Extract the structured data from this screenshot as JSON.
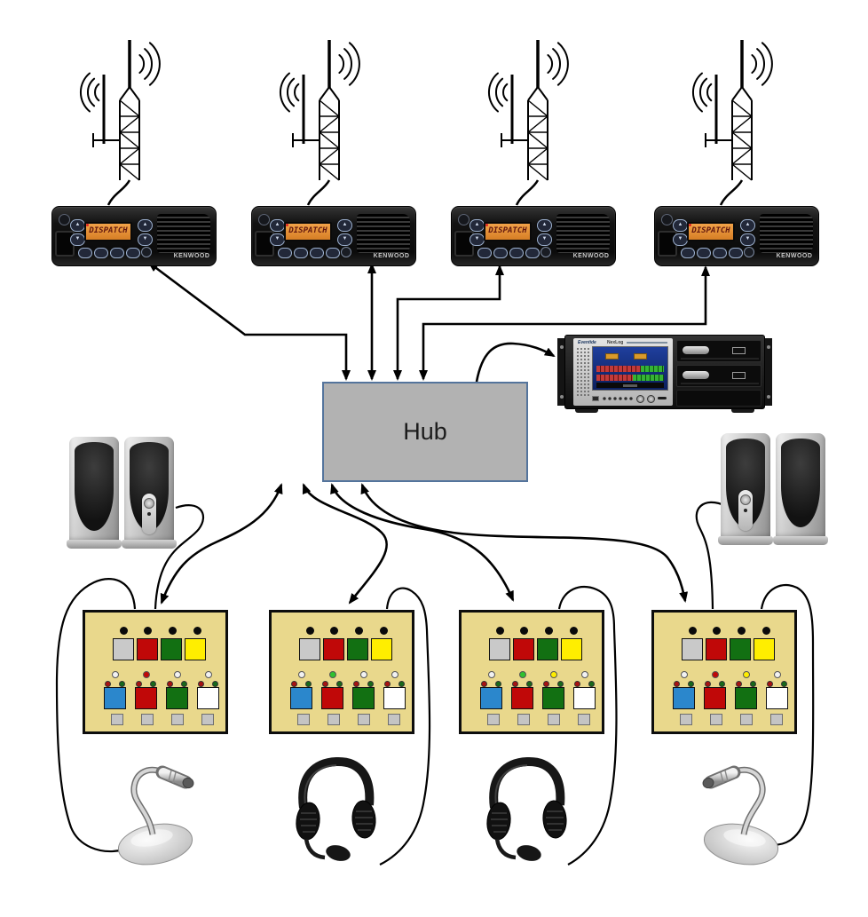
{
  "hub": {
    "label": "Hub"
  },
  "radios": [
    {
      "display": "DISPATCH",
      "brand": "KENWOOD"
    },
    {
      "display": "DISPATCH",
      "brand": "KENWOOD"
    },
    {
      "display": "DISPATCH",
      "brand": "KENWOOD"
    },
    {
      "display": "DISPATCH",
      "brand": "KENWOOD"
    }
  ],
  "recorder": {
    "brand": "Eventide",
    "model": "NexLog"
  },
  "consoles": [
    {
      "name": "dispatch-console-1",
      "status_leds": [
        "off",
        "red",
        "off",
        "off"
      ]
    },
    {
      "name": "dispatch-console-2",
      "status_leds": [
        "off",
        "green_bright",
        "off",
        "off"
      ]
    },
    {
      "name": "dispatch-console-3",
      "status_leds": [
        "off",
        "green_bright",
        "yellow",
        "off"
      ]
    },
    {
      "name": "dispatch-console-4",
      "status_leds": [
        "off",
        "red",
        "yellow",
        "off"
      ]
    }
  ],
  "console_layout": {
    "indicator_dots": 4,
    "select_buttons": [
      "silver",
      "red",
      "green",
      "yellow"
    ],
    "pair_leds": [
      "led_red",
      "led_green"
    ],
    "main_buttons": [
      "blue",
      "red",
      "green",
      "white"
    ],
    "function_keys": 4
  },
  "palette": {
    "silver": "#c9c9c9",
    "red": "#c00808",
    "green": "#127012",
    "yellow": "#ffee00",
    "blue": "#2b87cc",
    "white": "#ffffff",
    "off": "#f2f2f2",
    "green_bright": "#2fc12f",
    "led_red": "#a81212",
    "led_green": "#17691a",
    "console_bg": "#e9d88c",
    "hub_fill": "#b2b2b2",
    "hub_border": "#54749c",
    "display_amber": "#e8953a"
  }
}
